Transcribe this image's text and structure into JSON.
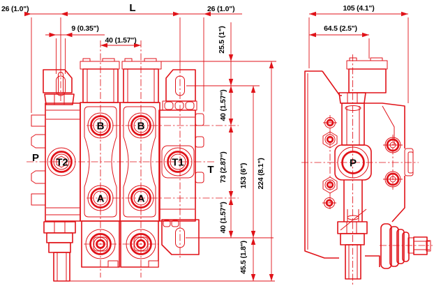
{
  "colors": {
    "line": "#e01218",
    "label": "#050505",
    "background": "#ffffff"
  },
  "front": {
    "ports": {
      "p": "P",
      "t2": "T2",
      "b1": "B",
      "b2": "B",
      "a1": "A",
      "a2": "A",
      "t1": "T1",
      "t": "T"
    },
    "dims": {
      "offset_left": "26 (1.0\")",
      "length": "L",
      "slot_width": "9 (0.35\")",
      "section_pitch": "40 (1.57\")",
      "offset_right": "26 (1.0\")",
      "top_to_slot": "25.5 (1\")",
      "slot_to_b": "40 (1.57\")",
      "b_to_a": "73 (2.87\")",
      "a_to_bottom_slot": "40 (1.57\")",
      "bottom_slot_to_end": "45.5 (1.8\")",
      "slot_span": "153 (6\")",
      "overall_height": "224 (8.1\")"
    }
  },
  "side": {
    "ports": {
      "p": "P"
    },
    "dims": {
      "overall_depth": "105 (4.1\")",
      "body_depth": "64.5 (2.5\")"
    }
  }
}
